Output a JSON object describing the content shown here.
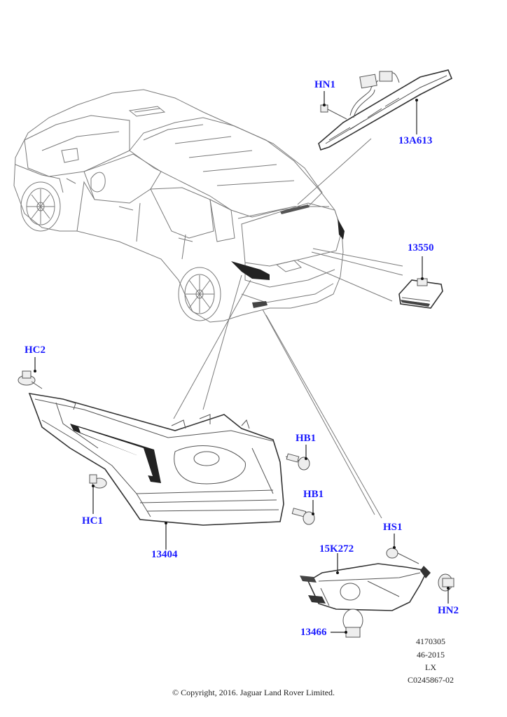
{
  "callouts": {
    "hn1": "HN1",
    "p13a613": "13A613",
    "p13550": "13550",
    "hc2": "HC2",
    "hb1_top": "HB1",
    "hb1_bottom": "HB1",
    "hc1": "HC1",
    "p13404": "13404",
    "hs1": "HS1",
    "p15k272": "15K272",
    "hn2": "HN2",
    "p13466": "13466"
  },
  "reference": {
    "line1": "4170305",
    "line2": "46-2015",
    "line3": "LX",
    "line4": "C0245867-02"
  },
  "copyright": "© Copyright, 2016. Jaguar Land Rover Limited."
}
